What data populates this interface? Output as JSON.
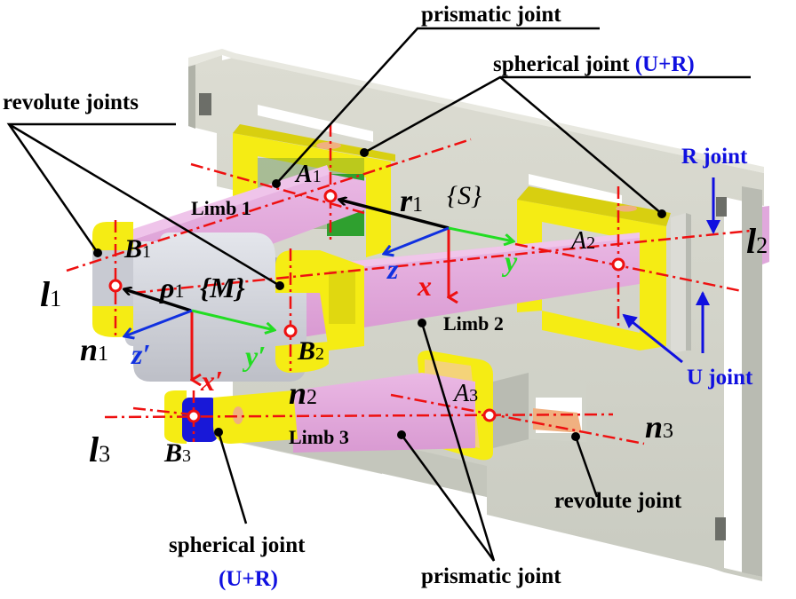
{
  "labels": {
    "prismatic_joint_top": "prismatic joint",
    "spherical_joint_top": "spherical joint ",
    "spherical_joint_top_suffix": "(U+R)",
    "revolute_joints": "revolute joints",
    "r_joint": "R joint",
    "u_joint": "U joint",
    "revolute_joint": "revolute joint",
    "prismatic_joint_bottom": "prismatic joint",
    "spherical_joint_bottom": "spherical joint",
    "spherical_joint_bottom_suffix": "(U+R)",
    "limb1": "Limb 1",
    "limb2": "Limb 2",
    "limb3": "Limb 3"
  },
  "symbols": {
    "A1": {
      "main": "A",
      "sub": "1"
    },
    "A2": {
      "main": "A",
      "sub": "2"
    },
    "A3": {
      "main": "A",
      "sub": "3"
    },
    "B1": {
      "main": "B",
      "sub": "1"
    },
    "B2": {
      "main": "B",
      "sub": "2"
    },
    "B3": {
      "main": "B",
      "sub": "3"
    },
    "l1": {
      "main": "l",
      "sub": "1"
    },
    "l2": {
      "main": "l",
      "sub": "2"
    },
    "l3": {
      "main": "l",
      "sub": "3"
    },
    "n1": {
      "main": "n",
      "sub": "1"
    },
    "n2": {
      "main": "n",
      "sub": "2"
    },
    "n3": {
      "main": "n",
      "sub": "3"
    },
    "r1": {
      "main": "r",
      "sub": "1"
    },
    "rho1": {
      "main": "ρ",
      "sub": "1"
    },
    "frame_S": "{S}",
    "frame_M": "{M}",
    "axis_x": "x",
    "axis_y": "y",
    "axis_z": "z",
    "axis_xp": "x′",
    "axis_yp": "y′",
    "axis_zp": "z′"
  },
  "colors": {
    "frame_gray": "#d4d6cc",
    "frame_dark": "#a9aba2",
    "yellow": "#f5ec14",
    "yellow_dark": "#c9c000",
    "pink": "#e3a9dc",
    "platform": "#cfd1d8",
    "green": "#2fa02f",
    "blue_part": "#1818d8",
    "axis_red": "#ee1010",
    "axis_green": "#22dd22",
    "axis_blue": "#1030e0",
    "label_blue": "#1010e0",
    "peg": "#f0b080"
  }
}
